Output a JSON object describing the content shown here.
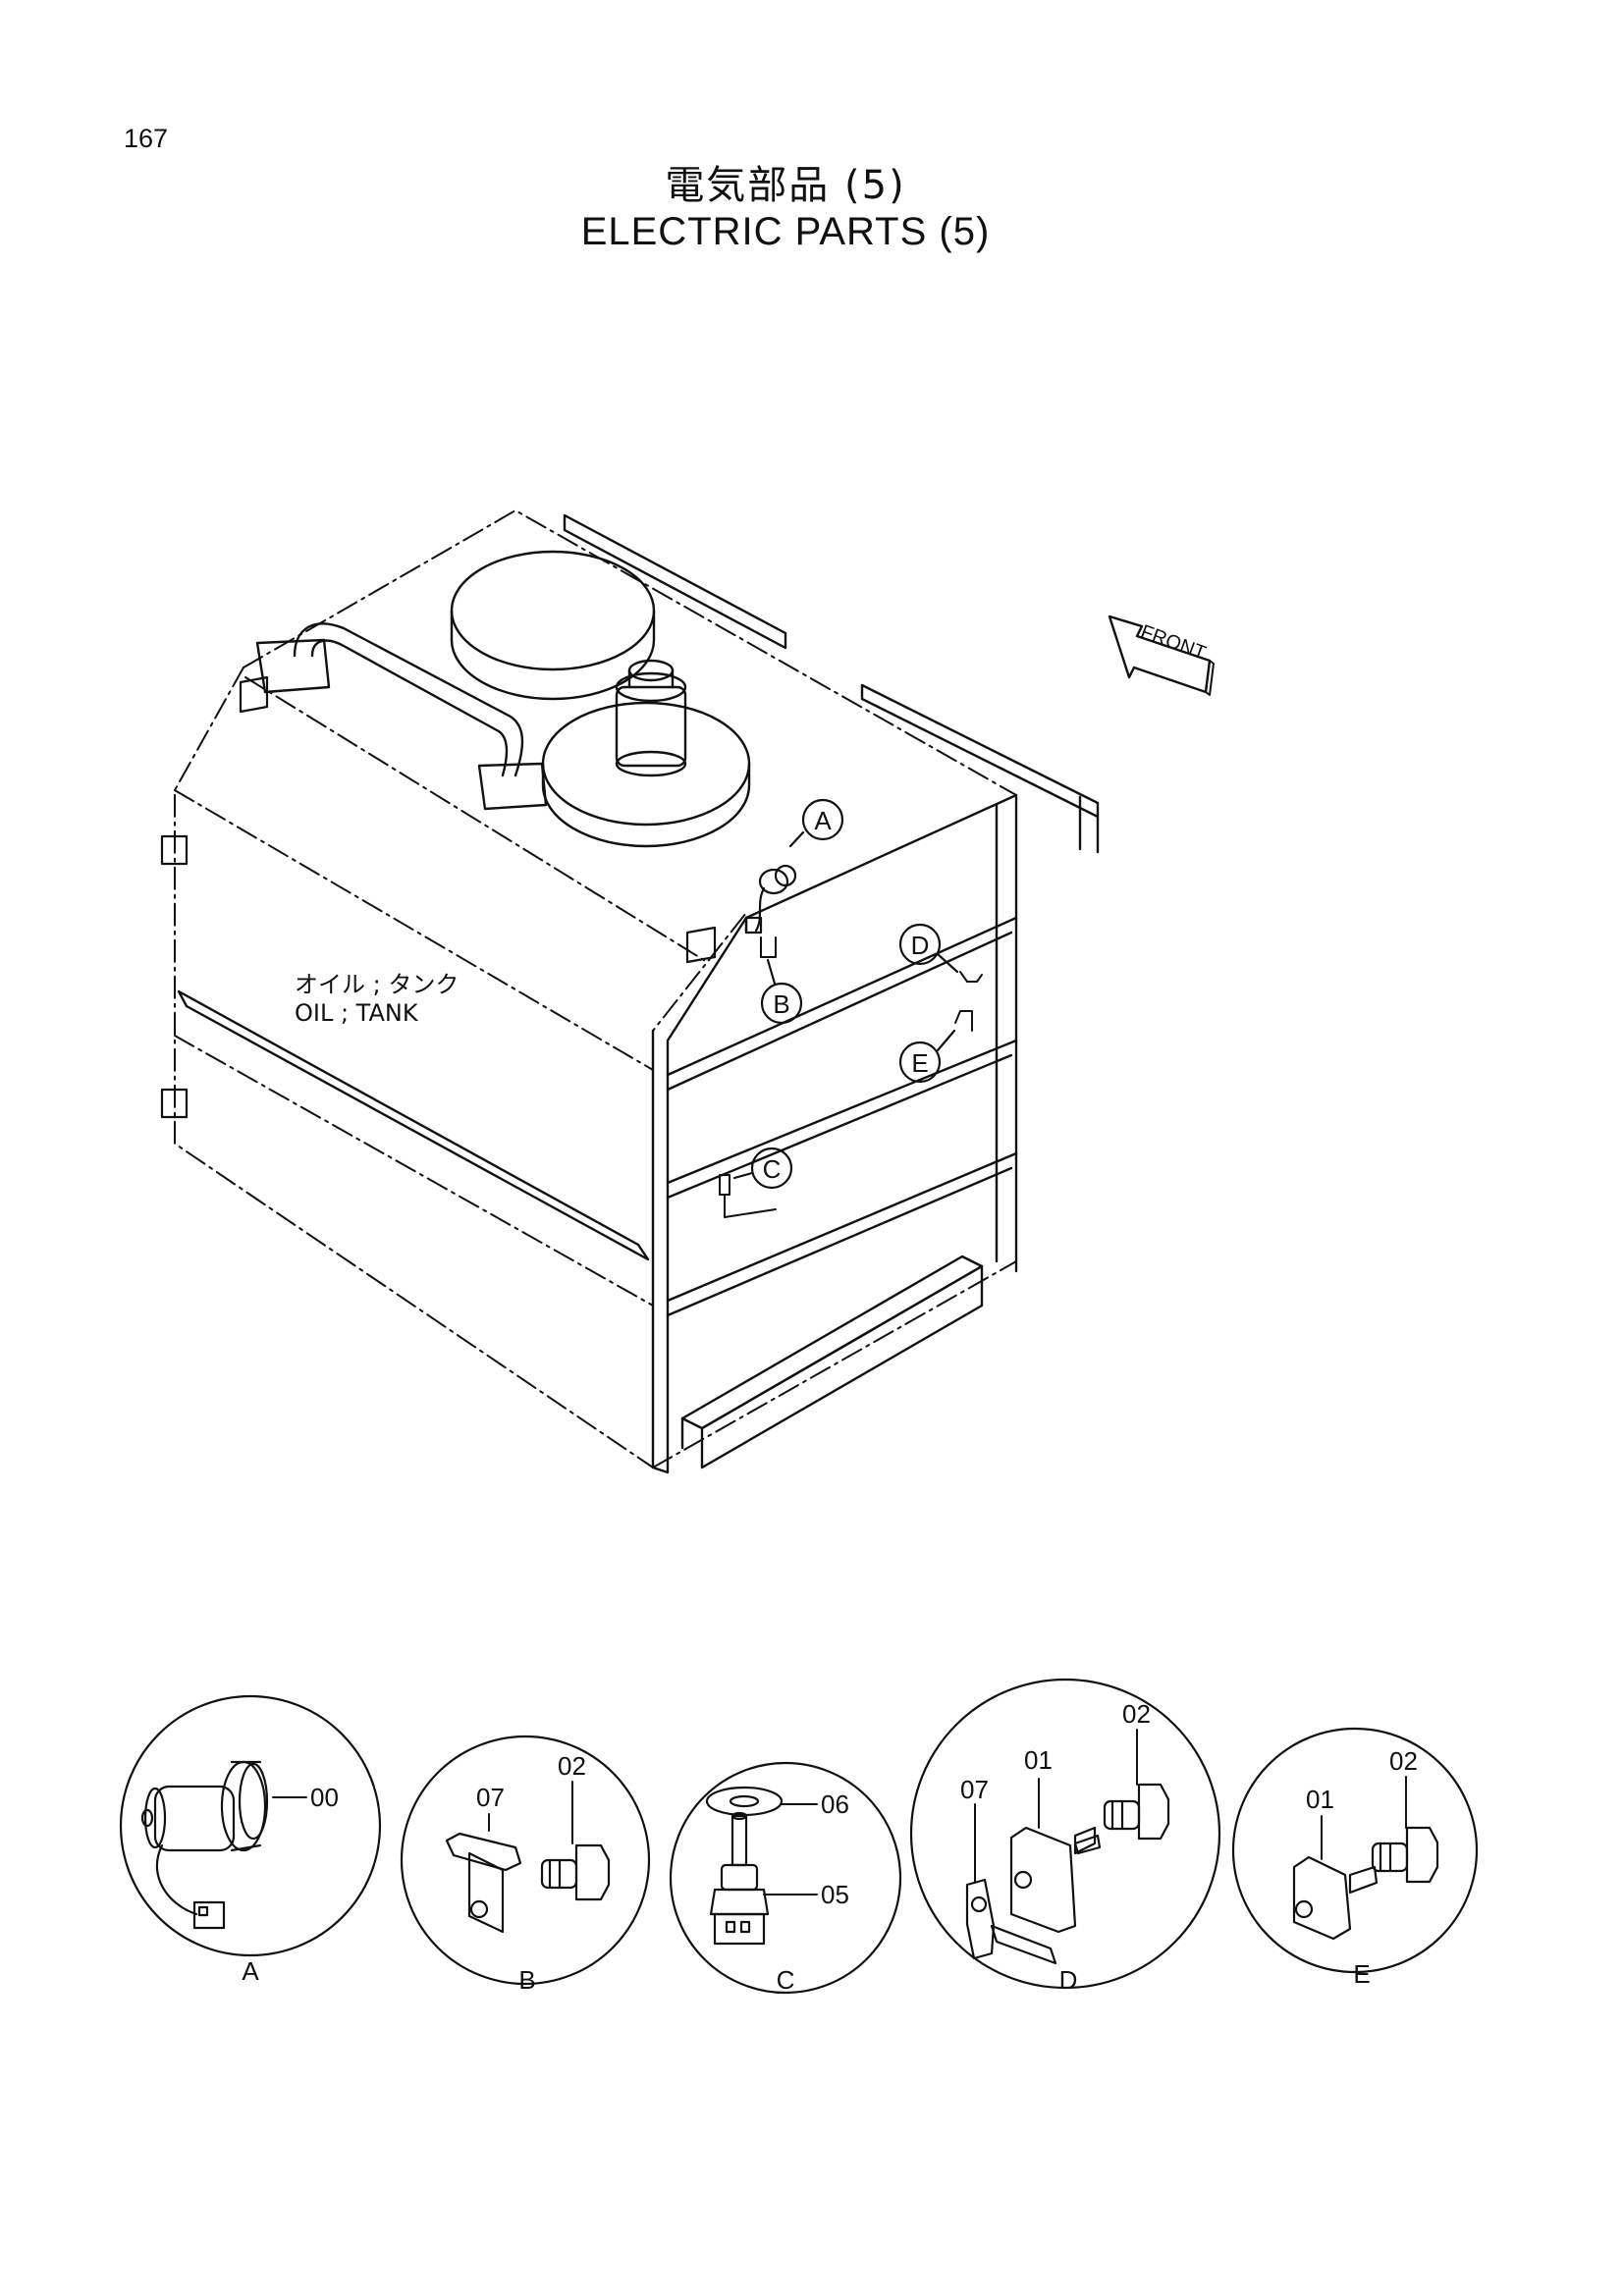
{
  "page": {
    "number": "167",
    "title_ja": "電気部品 (5)",
    "title_en": "ELECTRIC PARTS (5)"
  },
  "tank": {
    "label_ja": "オイル ; タンク",
    "label_en": "OIL ; TANK"
  },
  "front_arrow_label": "FRONT",
  "callouts": [
    "A",
    "B",
    "C",
    "D",
    "E"
  ],
  "details": [
    {
      "letter": "A",
      "parts": [
        "00"
      ]
    },
    {
      "letter": "B",
      "parts": [
        "07",
        "02"
      ]
    },
    {
      "letter": "C",
      "parts": [
        "06",
        "05"
      ]
    },
    {
      "letter": "D",
      "parts": [
        "07",
        "01",
        "02"
      ]
    },
    {
      "letter": "E",
      "parts": [
        "01",
        "02"
      ]
    }
  ]
}
